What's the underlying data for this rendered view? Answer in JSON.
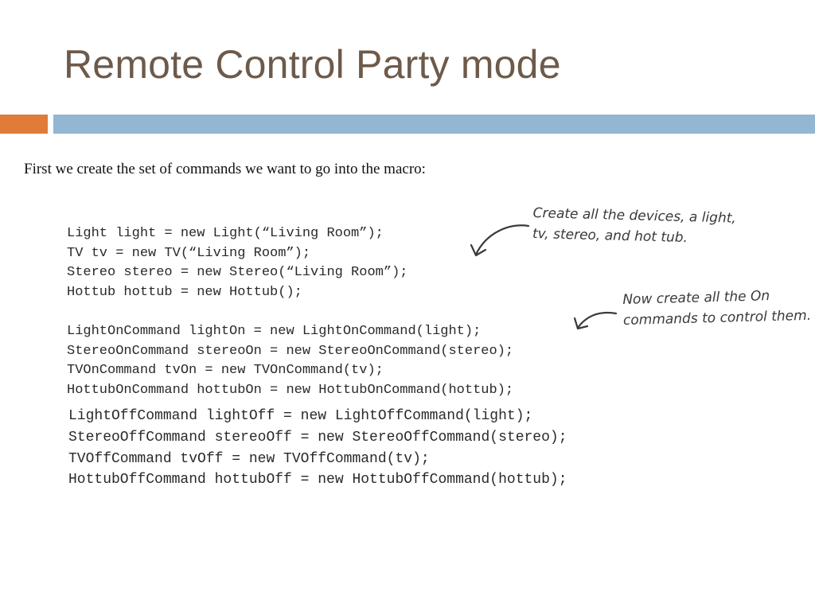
{
  "slide": {
    "title": "Remote Control Party mode",
    "intro": "First we create the set of commands we want to go into the macro:",
    "colors": {
      "title": "#6d5a4a",
      "accent_orange": "#e07b3a",
      "accent_blue": "#93b6d2"
    }
  },
  "code": {
    "devices": [
      "Light light = new Light(“Living Room”);",
      "TV tv = new TV(“Living Room”);",
      "Stereo stereo = new Stereo(“Living Room”);",
      "Hottub hottub = new Hottub();"
    ],
    "on_commands": [
      "LightOnCommand lightOn = new LightOnCommand(light);",
      "StereoOnCommand stereoOn = new StereoOnCommand(stereo);",
      "TVOnCommand tvOn = new TVOnCommand(tv);",
      "HottubOnCommand hottubOn = new HottubOnCommand(hottub);"
    ],
    "off_commands": [
      "LightOffCommand lightOff = new LightOffCommand(light);",
      "StereoOffCommand stereoOff = new StereoOffCommand(stereo);",
      "TVOffCommand tvOff = new TVOffCommand(tv);",
      "HottubOffCommand hottubOff = new HottubOffCommand(hottub);"
    ]
  },
  "annotations": {
    "devices_note": [
      "Create all the devices, a light,",
      "tv, stereo, and hot tub."
    ],
    "on_note": [
      "Now create all the On",
      "commands to control them."
    ],
    "arrow_icon": "curved-arrow-icon"
  }
}
